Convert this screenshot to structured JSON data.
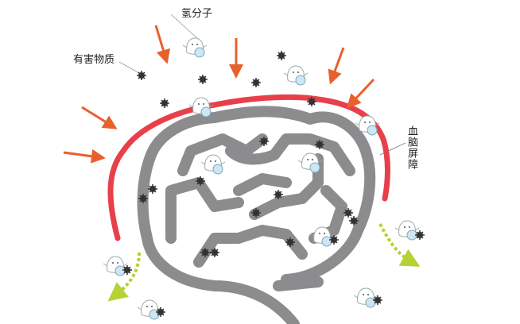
{
  "labels": {
    "hydrogen": "氢分子",
    "harmful": "有害物质",
    "barrier": "血脑屏障"
  },
  "colors": {
    "barrier": "#e8404a",
    "brain": "#8c8c8e",
    "arrow_in": "#e8602c",
    "arrow_out": "#b5d235",
    "particle": "#333333"
  }
}
